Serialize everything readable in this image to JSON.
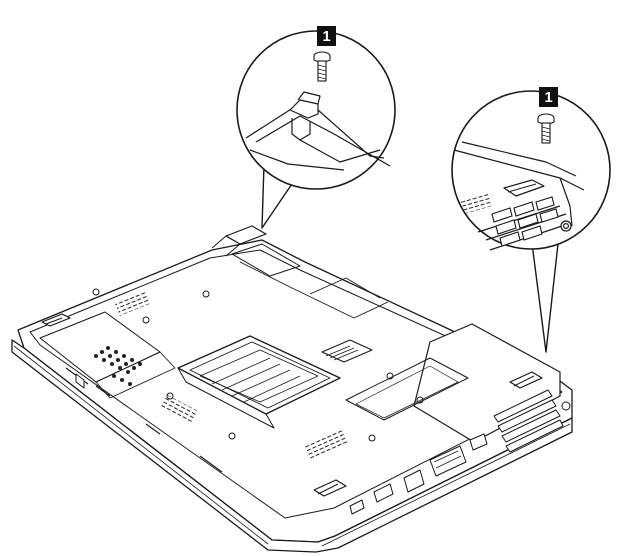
{
  "diagram": {
    "callouts": [
      {
        "id": "left-detail",
        "badge": "1",
        "part": "screw"
      },
      {
        "id": "right-detail",
        "badge": "1",
        "part": "screw"
      }
    ],
    "subject": "laptop-bottom-view",
    "colors": {
      "line": "#1a1a1a",
      "badge_fill": "#111111",
      "badge_text": "#ffffff",
      "background": "#ffffff"
    },
    "icons": [
      "screw-icon",
      "callout-badge-icon"
    ]
  }
}
